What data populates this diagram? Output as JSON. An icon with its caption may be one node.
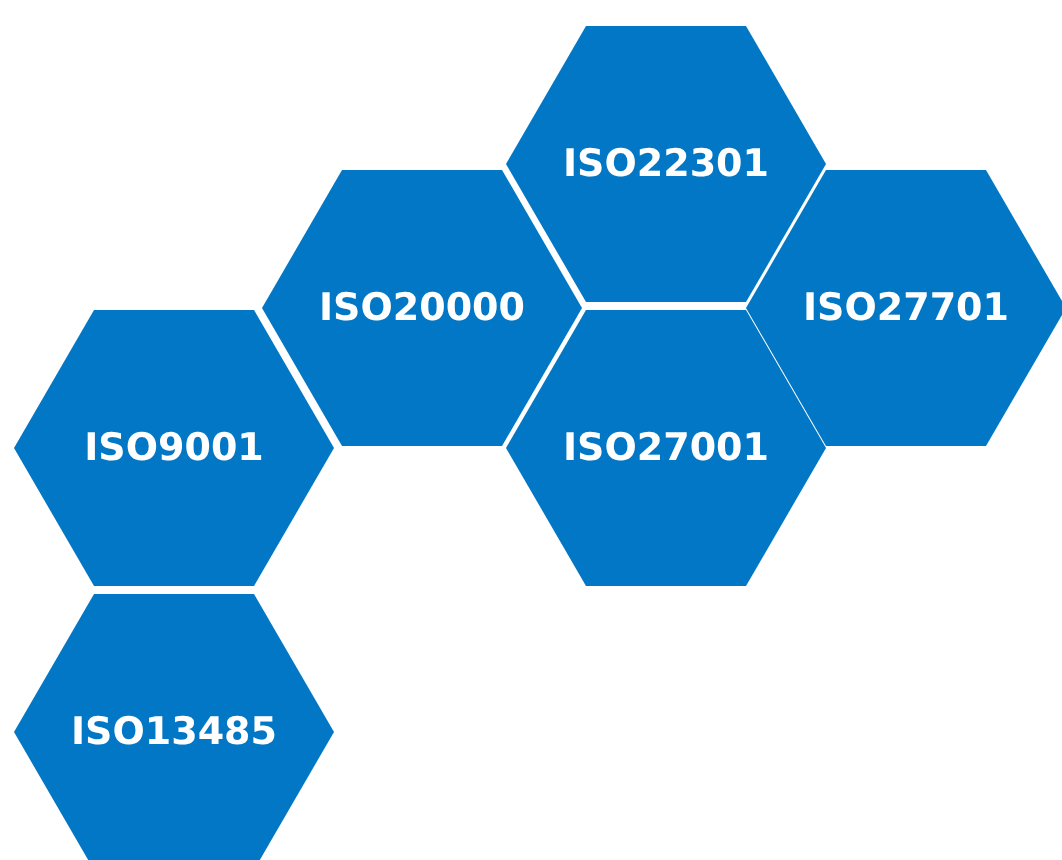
{
  "diagram": {
    "nodes": [
      {
        "text": [
          "ISO22301"
        ]
      },
      {
        "text": [
          "ISO20000"
        ]
      },
      {
        "text": [
          "ISO27701"
        ]
      },
      {
        "text": [
          "ISO9001"
        ]
      },
      {
        "text": [
          "ISO27001"
        ]
      },
      {
        "text": [
          "ISO13485"
        ]
      }
    ]
  }
}
